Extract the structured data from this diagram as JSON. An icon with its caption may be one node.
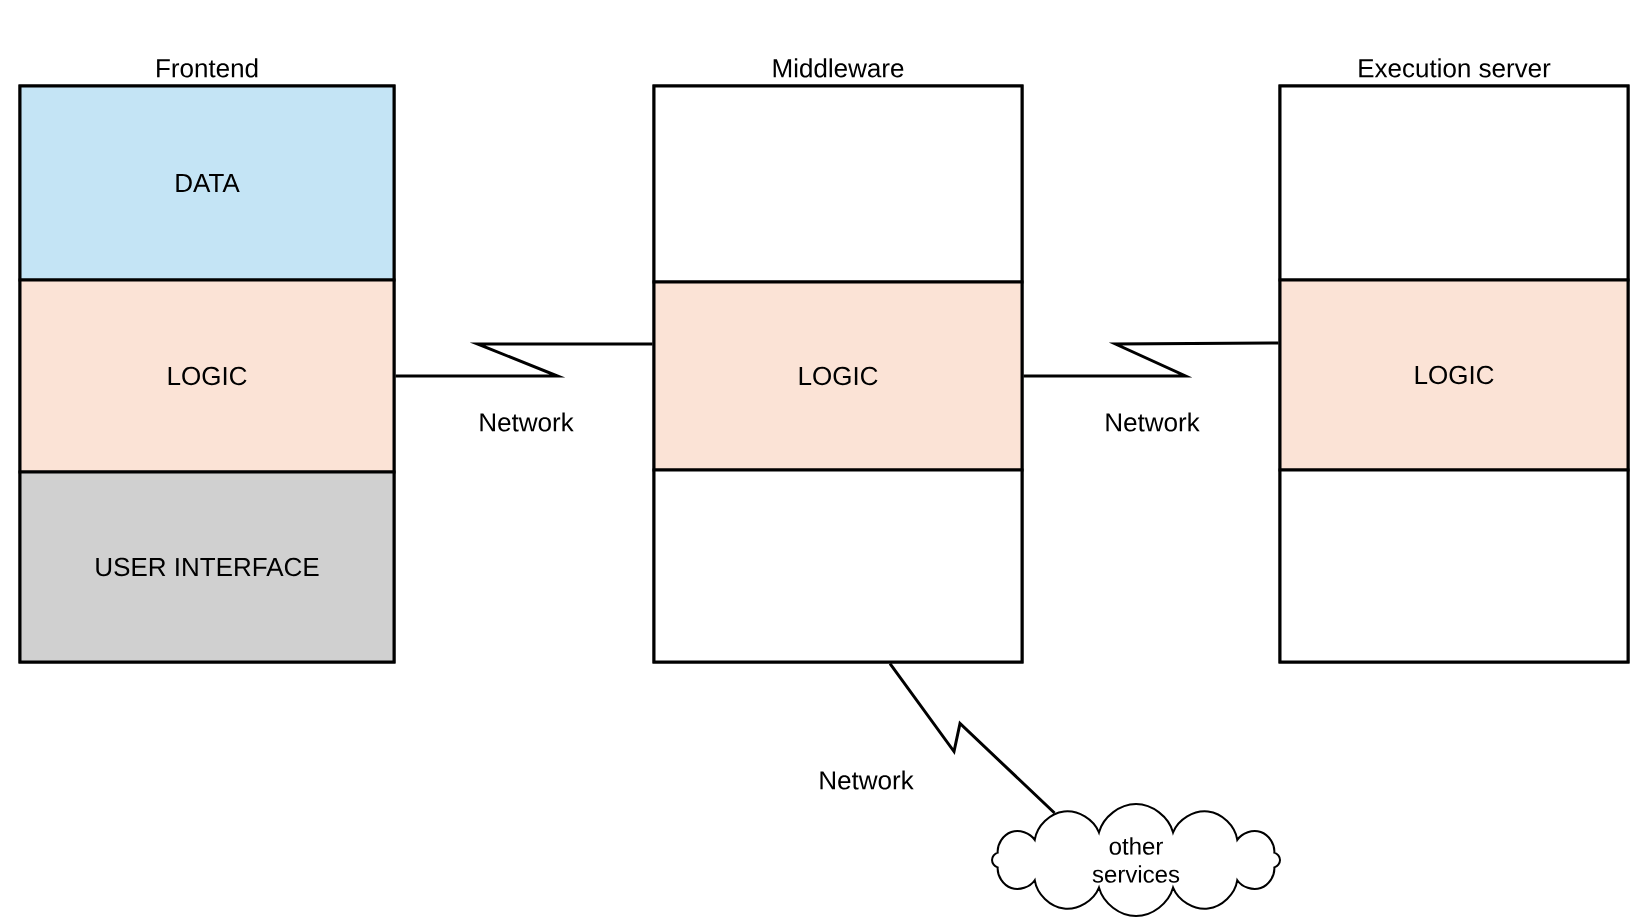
{
  "diagram": {
    "nodes": [
      {
        "text": [
          "Frontend"
        ]
      },
      {
        "text": [
          "DATA"
        ],
        "in": 0
      },
      {
        "text": [
          "LOGIC"
        ],
        "in": 0
      },
      {
        "text": [
          "USER INTERFACE"
        ],
        "in": 0
      },
      {
        "text": [
          "Middleware"
        ]
      },
      {
        "text": [],
        "shape": "box",
        "in": 4
      },
      {
        "text": [
          "LOGIC"
        ],
        "in": 4
      },
      {
        "text": [],
        "shape": "box",
        "in": 4
      },
      {
        "text": [
          "Execution server"
        ]
      },
      {
        "text": [],
        "shape": "box",
        "in": 8
      },
      {
        "text": [
          "LOGIC"
        ],
        "in": 8
      },
      {
        "text": [],
        "shape": "box",
        "in": 8
      },
      {
        "text": [
          "other services"
        ]
      }
    ],
    "edges": [
      {
        "from": 2,
        "to": 6,
        "arrow": "none",
        "label": "Network"
      },
      {
        "from": 6,
        "to": 10,
        "arrow": "none",
        "label": "Network"
      },
      {
        "from": 4,
        "to": 12,
        "arrow": "none",
        "label": "Network"
      }
    ]
  }
}
